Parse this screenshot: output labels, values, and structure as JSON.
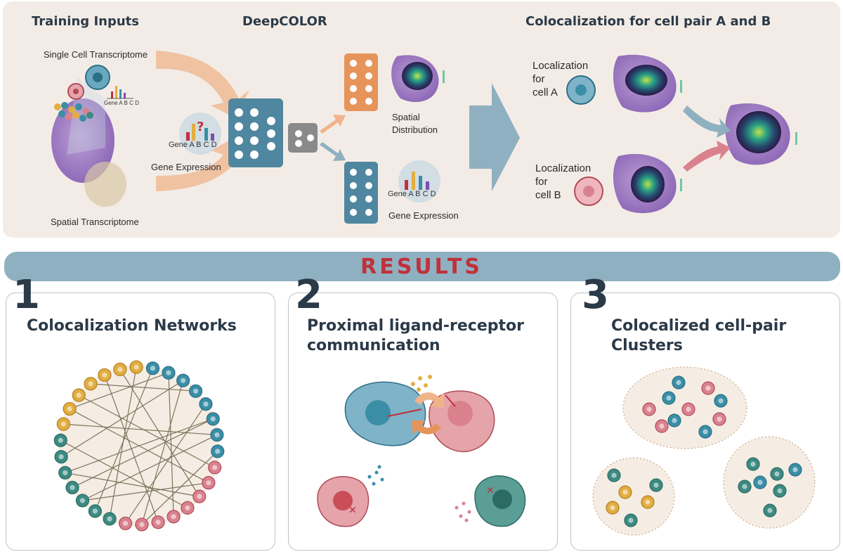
{
  "top": {
    "training_inputs_title": "Training Inputs",
    "deepcolor_title": "DeepCOLOR",
    "colocalization_title": "Colocalization for cell pair A and B",
    "single_cell_label": "Single Cell Transcriptome",
    "spatial_label": "Spatial Transcriptome",
    "gene_expression_label": "Gene Expression",
    "gene_letters": [
      "A",
      "B",
      "C",
      "D"
    ],
    "gene_word": "Gene",
    "question_mark": "?",
    "spatial_distribution_label": [
      "Spatial",
      "Distribution"
    ],
    "output_gene_expression_label": "Gene Expression",
    "localization_a": [
      "Localization",
      "for",
      "cell A"
    ],
    "localization_b": [
      "Localization",
      "for",
      "cell B"
    ]
  },
  "results": {
    "banner": "RESULTS",
    "cards": [
      {
        "number": "1",
        "title": [
          "Colocalization Networks"
        ]
      },
      {
        "number": "2",
        "title": [
          "Proximal ligand-receptor",
          "communication"
        ]
      },
      {
        "number": "3",
        "title": [
          "Colocalized cell-pair",
          "Clusters"
        ]
      }
    ]
  },
  "colors": {
    "teal_cell": "#3a8ea6",
    "green_cell": "#3c8a82",
    "pink_cell": "#d9828e",
    "yellow_cell": "#e2ad41",
    "arrow_orange": "#e8a06e",
    "arrow_teal": "#8fb0c0",
    "accent_red": "#c0313b",
    "dark_text": "#2b3a48"
  }
}
